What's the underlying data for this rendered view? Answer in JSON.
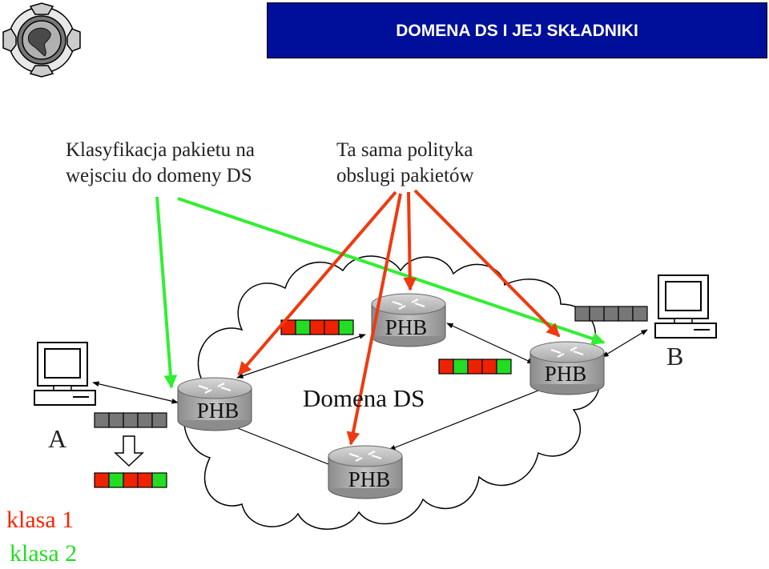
{
  "header": {
    "title": "DOMENA DS I JEJ SKŁADNIKI"
  },
  "captions": {
    "classification_line1": "Klasyfikacja pakietu na",
    "classification_line2": "wejsciu do domeny DS",
    "policy_line1": "Ta sama polityka",
    "policy_line2": "obslugi pakietów"
  },
  "domain_label": "Domena DS",
  "routers": {
    "label": "PHB"
  },
  "hosts": {
    "a": "A",
    "b": "B"
  },
  "legend": {
    "class1": {
      "label": "klasa 1",
      "color": "#ff2200"
    },
    "class2": {
      "label": "klasa 2",
      "color": "#22dd22"
    }
  },
  "colors": {
    "title_bg": "#000f99",
    "title_text": "#ffffff",
    "arrow_red": "#ee3a10",
    "arrow_green": "#33ee33",
    "packet_red": "#ee2200",
    "packet_green": "#22dd22",
    "packet_gray": "#777777"
  },
  "icons": [
    "globe-logo-icon",
    "computer-icon",
    "router-icon",
    "cloud-icon"
  ]
}
